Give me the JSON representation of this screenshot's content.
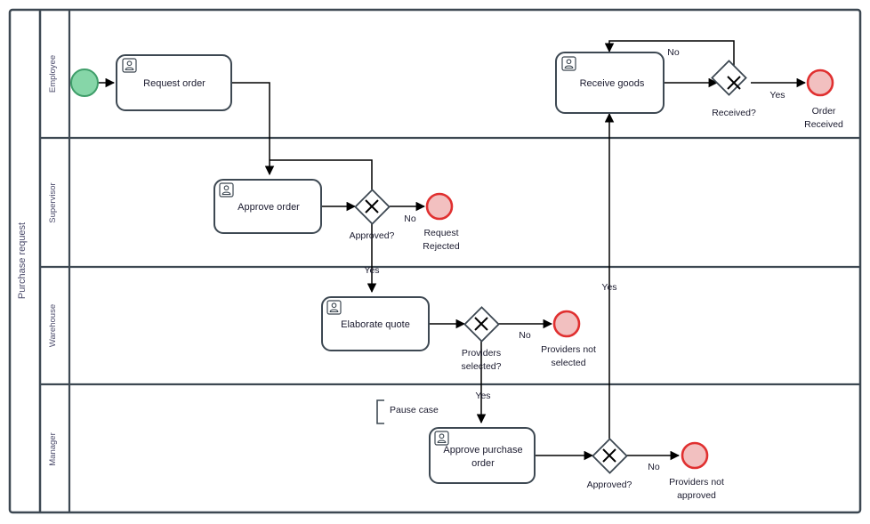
{
  "diagram": {
    "type": "bpmn-process-diagram",
    "pool": {
      "label": "Purchase request"
    },
    "lanes": [
      {
        "id": "employee",
        "label": "Employee"
      },
      {
        "id": "supervisor",
        "label": "Supervisor"
      },
      {
        "id": "warehouse",
        "label": "Warehouse"
      },
      {
        "id": "manager",
        "label": "Manager"
      }
    ],
    "events": [
      {
        "id": "start",
        "kind": "start-event",
        "label": "",
        "lane": "employee"
      },
      {
        "id": "end-order-received",
        "kind": "end-event",
        "label": "Order\nReceived",
        "line1": "Order",
        "line2": "Received",
        "lane": "employee"
      },
      {
        "id": "end-request-rejected",
        "kind": "end-event",
        "label": "Request\nRejected",
        "line1": "Request",
        "line2": "Rejected",
        "lane": "supervisor"
      },
      {
        "id": "end-providers-not-sel",
        "kind": "end-event",
        "label": "Providers not\nselected",
        "line1": "Providers not",
        "line2": "selected",
        "lane": "warehouse"
      },
      {
        "id": "end-providers-not-appr",
        "kind": "end-event",
        "label": "Providers not\napproved",
        "line1": "Providers not",
        "line2": "approved",
        "lane": "manager"
      }
    ],
    "tasks": [
      {
        "id": "request-order",
        "label": "Request order",
        "icon": "user-task-icon",
        "lane": "employee"
      },
      {
        "id": "receive-goods",
        "label": "Receive goods",
        "icon": "user-task-icon",
        "lane": "employee"
      },
      {
        "id": "approve-order",
        "label": "Approve order",
        "icon": "user-task-icon",
        "lane": "supervisor"
      },
      {
        "id": "elaborate-quote",
        "label": "Elaborate quote",
        "icon": "user-task-icon",
        "lane": "warehouse"
      },
      {
        "id": "approve-purchase-order",
        "label": "Approve purchase order",
        "line1": "Approve purchase",
        "line2": "order",
        "icon": "user-task-icon",
        "lane": "manager"
      }
    ],
    "gateways": [
      {
        "id": "gw-received",
        "kind": "exclusive-gateway",
        "label": "Received?",
        "lane": "employee"
      },
      {
        "id": "gw-approved-sup",
        "kind": "exclusive-gateway",
        "label": "Approved?",
        "lane": "supervisor"
      },
      {
        "id": "gw-providers",
        "kind": "exclusive-gateway",
        "label": "Providers\nselected?",
        "line1": "Providers",
        "line2": "selected?",
        "lane": "warehouse"
      },
      {
        "id": "gw-approved-mgr",
        "kind": "exclusive-gateway",
        "label": "Approved?",
        "lane": "manager"
      }
    ],
    "flow_labels": {
      "received_no": "No",
      "received_yes": "Yes",
      "approved_sup_no": "No",
      "approved_sup_yes": "Yes",
      "providers_no": "No",
      "providers_yes": "Yes",
      "approved_mgr_no": "No",
      "approved_mgr_yes": "Yes"
    },
    "annotations": [
      {
        "id": "pause-case",
        "label": "Pause case"
      }
    ],
    "colors": {
      "stroke": "#3d4852",
      "start_fill": "#86d6a8",
      "start_stroke": "#3f9e6a",
      "end_fill": "#f2c0c0",
      "end_stroke": "#e03030",
      "task_fill": "#ffffff",
      "lane_label": "#4a4a6a",
      "text": "#1a1a2e",
      "flow": "#000000",
      "background": "#ffffff"
    }
  }
}
